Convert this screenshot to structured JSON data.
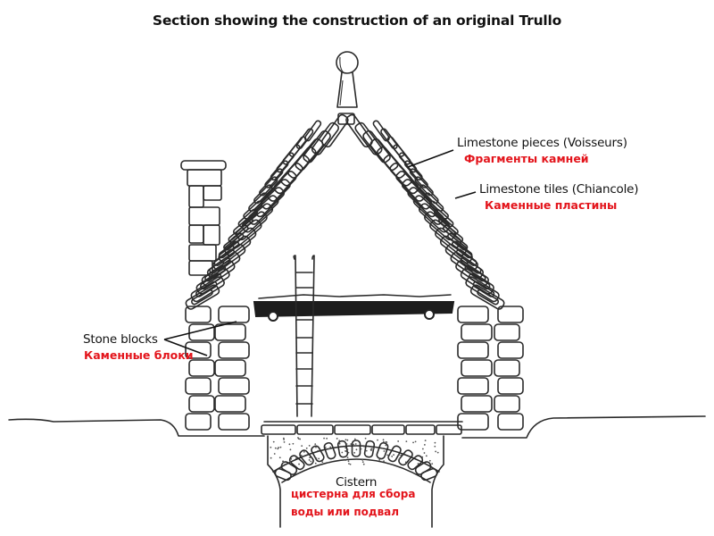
{
  "title": "Section showing the construction of an original Trullo",
  "colors": {
    "ink": "#2a2a2a",
    "translation_red": "#e3141b",
    "background": "#ffffff"
  },
  "labels": {
    "limestone_pieces": {
      "en": "Limestone pieces (Voisseurs)",
      "ru": "Фрагменты камней"
    },
    "limestone_tiles": {
      "en": "Limestone tiles (Chiancole)",
      "ru": "Каменные пластины"
    },
    "stone_blocks": {
      "en": "Stone blocks",
      "ru": "Каменные блоки"
    },
    "cistern": {
      "en": "Cistern",
      "ru_line1": "цистерна для сбора",
      "ru_line2": "воды или подвал"
    }
  },
  "parts": [
    "pinnacle",
    "cone-inner-voisseurs",
    "cone-outer-chiancole",
    "chimney",
    "wooden-floor-beam",
    "ladder",
    "stone-block-walls",
    "floor-slabs",
    "cistern-arch",
    "ground-line"
  ]
}
